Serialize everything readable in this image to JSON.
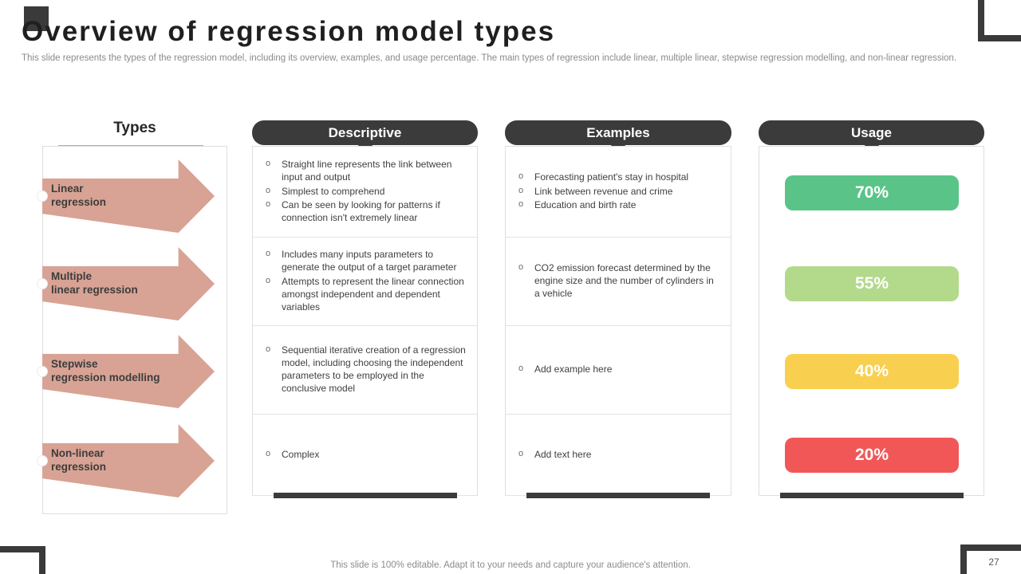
{
  "slide": {
    "title": "Overview of regression model types",
    "subtitle": "This slide represents the types of the regression model, including its overview, examples, and usage percentage. The main types of regression include linear, multiple linear, stepwise regression modelling, and non-linear regression.",
    "footer": "This slide is 100% editable. Adapt it to your needs and capture your audience's attention.",
    "page_number": "27"
  },
  "headers": {
    "types": "Types",
    "descriptive": "Descriptive",
    "examples": "Examples",
    "usage": "Usage"
  },
  "colors": {
    "accent_arrow": "#d8a394",
    "header_pill": "#3b3b3b",
    "usage_70": "#5ac488",
    "usage_55": "#b3d98b",
    "usage_40": "#f9cf4f",
    "usage_20": "#f25757"
  },
  "rows": [
    {
      "type_label": "Linear\nregression",
      "descriptive": [
        "Straight line represents the link between input and output",
        "Simplest to comprehend",
        "Can be seen by looking for patterns if connection isn't extremely linear"
      ],
      "examples": [
        "Forecasting patient's stay in hospital",
        "Link between revenue and crime",
        "Education and birth rate"
      ],
      "usage": "70%",
      "usage_color": "#5ac488"
    },
    {
      "type_label": "Multiple\nlinear regression",
      "descriptive": [
        "Includes many inputs parameters to generate the output of a target parameter",
        "Attempts to represent the linear connection amongst independent and dependent variables"
      ],
      "examples": [
        "CO2 emission forecast determined by the engine size and the number of cylinders in a vehicle"
      ],
      "usage": "55%",
      "usage_color": "#b3d98b"
    },
    {
      "type_label": "Stepwise\nregression modelling",
      "descriptive": [
        "Sequential iterative creation of a regression model, including choosing the independent parameters to be employed in the conclusive model"
      ],
      "examples": [
        "Add example here"
      ],
      "usage": "40%",
      "usage_color": "#f9cf4f"
    },
    {
      "type_label": "Non-linear\nregression",
      "descriptive": [
        "Complex"
      ],
      "examples": [
        "Add text here"
      ],
      "usage": "20%",
      "usage_color": "#f25757"
    }
  ]
}
